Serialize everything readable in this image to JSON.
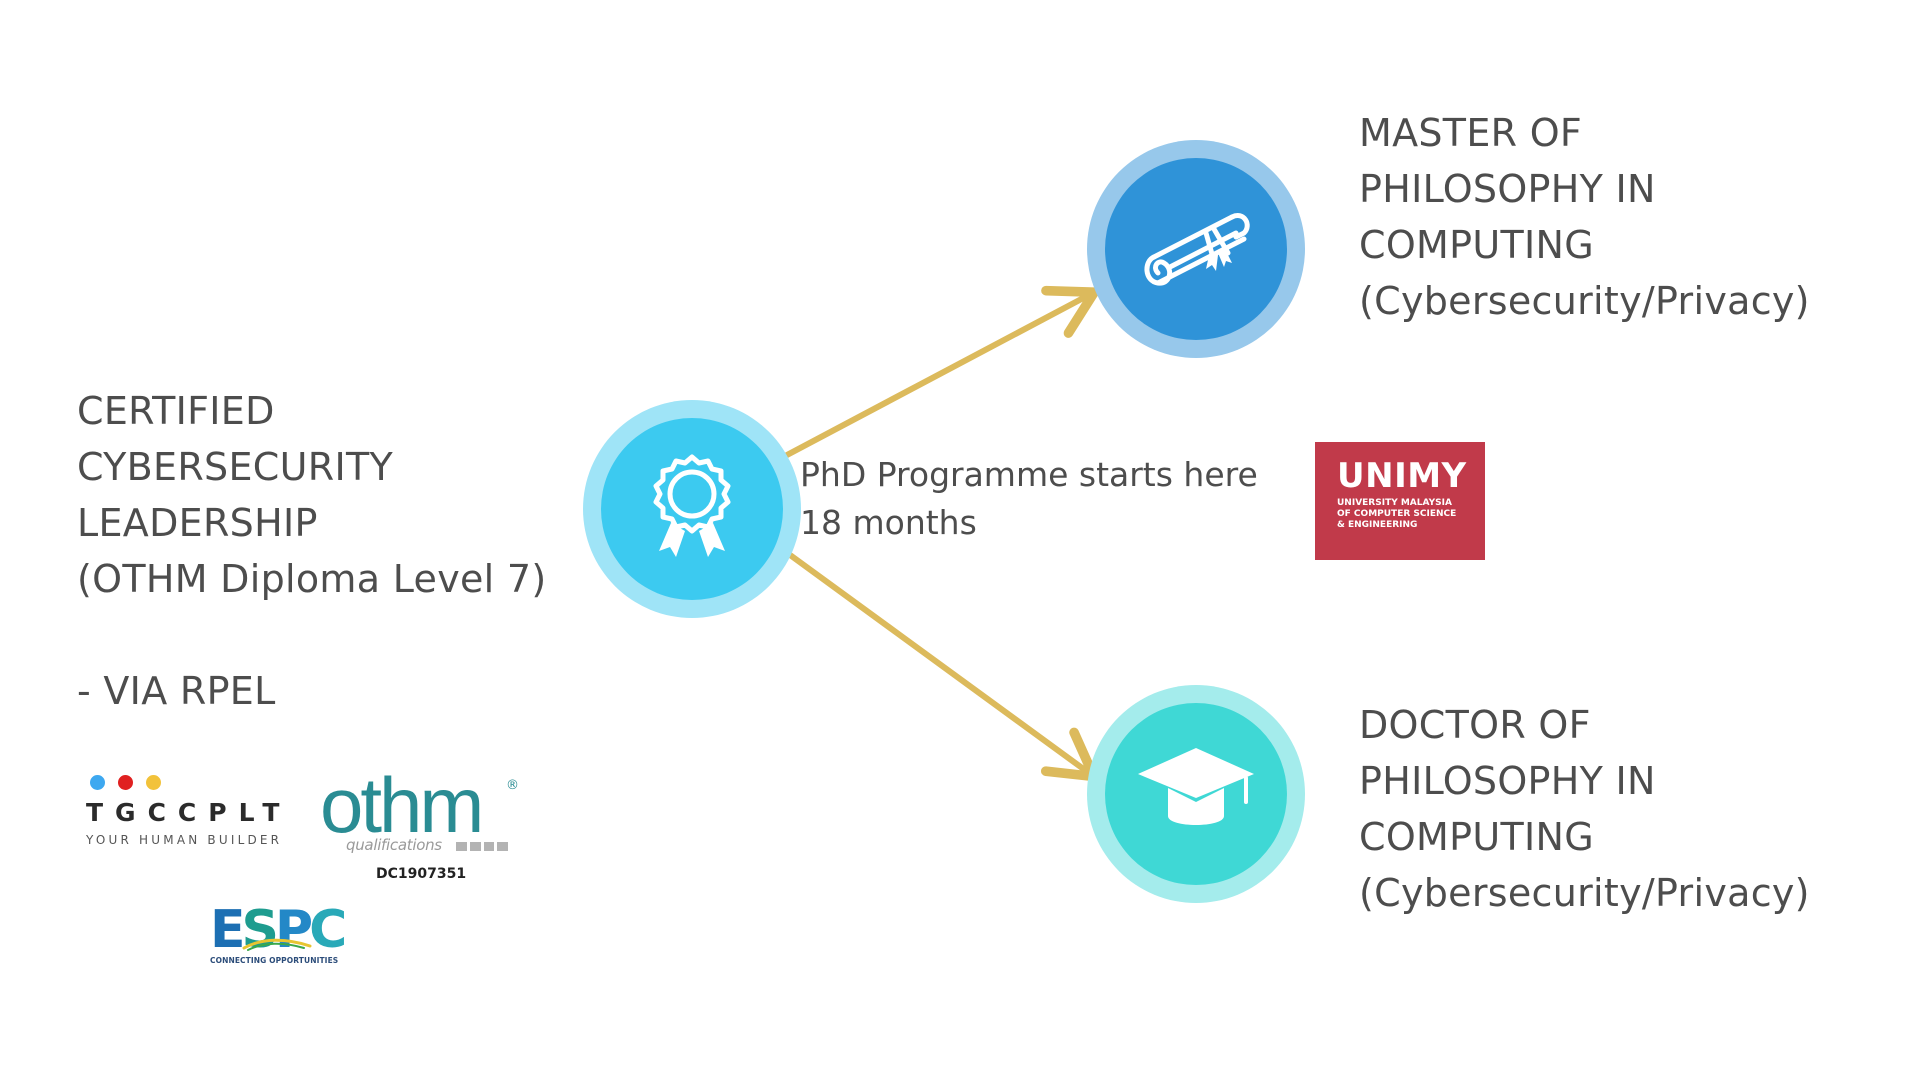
{
  "source": {
    "lines": [
      "CERTIFIED",
      "CYBERSECURITY",
      "LEADERSHIP",
      "(OTHM Diploma Level 7)"
    ],
    "via": "- VIA RPEL",
    "icon": "award-ribbon-icon",
    "colors": {
      "outer": "#9fe4f7",
      "inner": "#3ccaf0"
    }
  },
  "connector": {
    "label_line1": "PhD Programme starts here",
    "label_line2": "18 months",
    "arrow_color": "#dcba5c"
  },
  "targets": [
    {
      "id": "master",
      "lines": [
        "MASTER OF",
        "PHILOSOPHY IN",
        "COMPUTING",
        "(Cybersecurity/Privacy)"
      ],
      "icon": "diploma-scroll-icon",
      "colors": {
        "outer": "#97c8eb",
        "inner": "#2f93d8"
      }
    },
    {
      "id": "doctor",
      "lines": [
        "DOCTOR OF",
        "PHILOSOPHY IN",
        "COMPUTING",
        "(Cybersecurity/Privacy)"
      ],
      "icon": "graduation-cap-icon",
      "colors": {
        "outer": "#a4ecec",
        "inner": "#3fd8d5"
      }
    }
  ],
  "logos": {
    "unimy": {
      "name": "UNIMY",
      "lines": [
        "UNIVERSITY MALAYSIA",
        "OF COMPUTER SCIENCE",
        "& ENGINEERING"
      ],
      "color": "#c13a4a"
    },
    "tgc": {
      "name": "TGCCPLT",
      "tagline": "YOUR HUMAN BUILDER",
      "dot_colors": [
        "#3da8f0",
        "#e02020",
        "#f2c23a"
      ]
    },
    "othm": {
      "name": "othm",
      "subtitle": "qualifications",
      "code": "DC1907351",
      "color": "#2a8c93"
    },
    "espc": {
      "name": "ESPC",
      "tagline": "CONNECTING OPPORTUNITIES"
    }
  }
}
